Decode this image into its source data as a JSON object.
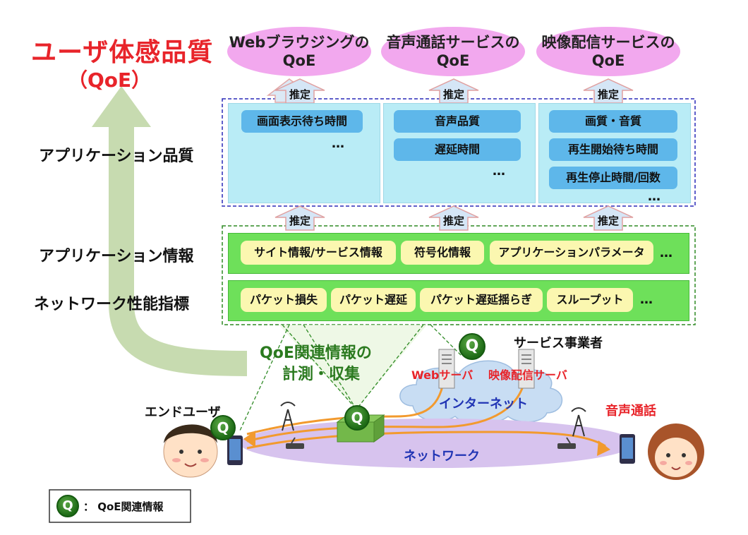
{
  "title": {
    "main": "ユーザ体感品質",
    "sub": "（QoE）"
  },
  "layers": {
    "app_quality": "アプリケーション品質",
    "app_info": "アプリケーション情報",
    "network_index": "ネットワーク性能指標"
  },
  "qoe_ovals": [
    {
      "line1": "Webブラウジングの",
      "line2": "QoE"
    },
    {
      "line1": "音声通話サービスの",
      "line2": "QoE"
    },
    {
      "line1": "映像配信サービスの",
      "line2": "QoE"
    }
  ],
  "arrow_label": "推定",
  "ellipsis": "…",
  "quality_panels": {
    "web": [
      "画面表示待ち時間"
    ],
    "voice": [
      "音声品質",
      "遅延時間"
    ],
    "video": [
      "画質・音質",
      "再生開始待ち時間",
      "再生停止時間/回数"
    ]
  },
  "app_info_items": [
    "サイト情報/サービス情報",
    "符号化情報",
    "アプリケーションパラメータ"
  ],
  "network_items": [
    "パケット損失",
    "パケット遅延",
    "パケット遅延揺らぎ",
    "スループット"
  ],
  "measure_label": {
    "line1": "QoE関連情報の",
    "line2": "計測・収集"
  },
  "service_provider": "サービス事業者",
  "web_server": "Webサーバ",
  "video_server": "映像配信サーバ",
  "internet": "インターネット",
  "network": "ネットワーク",
  "end_user": "エンドユーザ",
  "voice_call": "音声通話",
  "q_letter": "Q",
  "legend": {
    "symbol": "Q",
    "text": "： QoE関連情報"
  },
  "colors": {
    "title_red": "#e8242a",
    "oval_pink": "#f2a8ee",
    "panel_cyan": "#b9ecf6",
    "chip_blue": "#5eb7ea",
    "row_green": "#6ee05a",
    "chip_yellow": "#fbf7b0",
    "orange_flow": "#f29a2e",
    "big_arrow_green": "#c7dbb0",
    "q_green": "#2e7d22"
  }
}
